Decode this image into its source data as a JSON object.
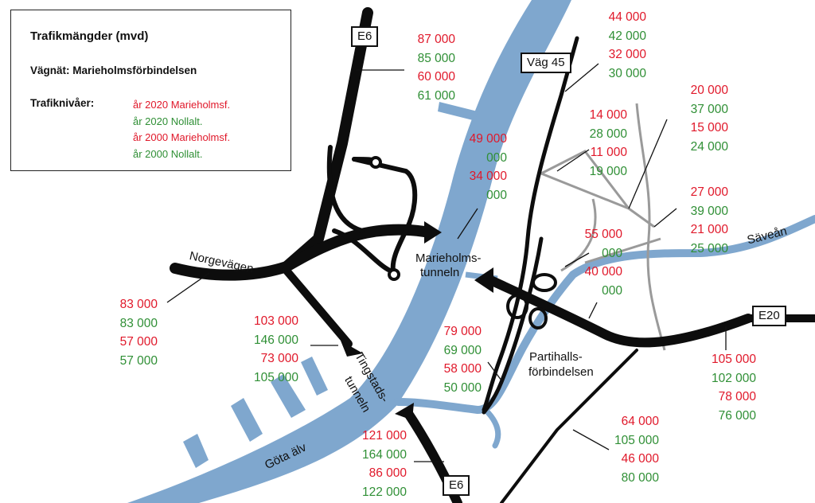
{
  "legend": {
    "title": "Trafikmängder (mvd)",
    "network": "Vägnät: Marieholmsförbindelsen",
    "levels_label": "Trafiknivåer:",
    "items": [
      {
        "text": "år 2020 Marieholmsf.",
        "color": "#e0182a"
      },
      {
        "text": "år 2020 Nollalt.",
        "color": "#2f8f35"
      },
      {
        "text": "år 2000 Marieholmsf.",
        "color": "#e0182a"
      },
      {
        "text": "år 2000 Nollalt.",
        "color": "#2f8f35"
      }
    ]
  },
  "shields": {
    "e6_north": "E6",
    "vag45": "Väg 45",
    "e20": "E20",
    "e6_south": "E6"
  },
  "labels": {
    "norgevagen": "Norgevägen",
    "marieholms_1": "Marieholms-",
    "marieholms_2": "tunneln",
    "partihalls_1": "Partihalls-",
    "partihalls_2": "förbindelsen",
    "savean": "Säveån",
    "gota_alv": "Göta älv",
    "tingstads_1": "Tingstads-",
    "tingstads_2": "tunneln"
  },
  "counts": {
    "e6_north": [
      "87 000",
      "85 000",
      "60 000",
      "61 000"
    ],
    "vag45": [
      "44 000",
      "42 000",
      "32 000",
      "30 000"
    ],
    "bridge": [
      "49 000",
      "000",
      "34 000",
      "000"
    ],
    "local1": [
      "14 000",
      "28 000",
      "11 000",
      "19 000"
    ],
    "local2": [
      "20 000",
      "37 000",
      "15 000",
      "24 000"
    ],
    "local3": [
      "27 000",
      "39 000",
      "21 000",
      "25 000"
    ],
    "marieholm_east": [
      "55 000",
      "000",
      "40 000",
      "000"
    ],
    "norgevagen": [
      "83 000",
      "83 000",
      "57 000",
      "57 000"
    ],
    "tingstad_n": [
      "103 000",
      "146 000",
      "73 000",
      "105 000"
    ],
    "ramp_sw": [
      "79 000",
      "69 000",
      "58 000",
      "50 000"
    ],
    "e20": [
      "105 000",
      "102 000",
      "78 000",
      "76 000"
    ],
    "e6_south": [
      "121 000",
      "164 000",
      "86 000",
      "122 000"
    ],
    "southeast": [
      "64 000",
      "105 000",
      "46 000",
      "80 000"
    ]
  },
  "colors": {
    "water": "#7fa7ce",
    "road": "#0d0d0d",
    "local_road": "#9a9a9a",
    "red": "#e0182a",
    "green": "#2f8f35"
  }
}
